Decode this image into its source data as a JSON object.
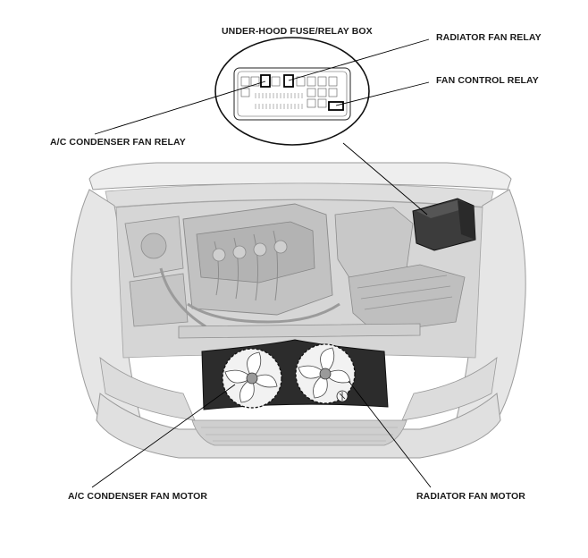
{
  "labels": {
    "fuse_box_title": "UNDER-HOOD FUSE/RELAY BOX",
    "radiator_fan_relay": "RADIATOR FAN RELAY",
    "fan_control_relay": "FAN CONTROL RELAY",
    "ac_condenser_fan_relay": "A/C CONDENSER FAN RELAY",
    "ac_condenser_fan_motor": "A/C CONDENSER FAN MOTOR",
    "radiator_fan_motor": "RADIATOR FAN MOTOR"
  },
  "colors": {
    "ink": "#1a1a1a",
    "body_light": "#ececec",
    "body_mid": "#d2d2d2",
    "engine_gray": "#bdbdbd",
    "fan_shroud": "#2c2c2c",
    "fuse_box": "#3c3c3c"
  }
}
